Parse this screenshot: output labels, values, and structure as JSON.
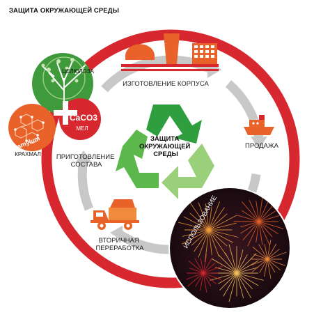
{
  "page": {
    "title": "ЗАЩИТА ОКРУЖАЮЩЕЙ СРЕДЫ"
  },
  "colors": {
    "ring_red": "#d7282f",
    "arrow_gray": "#c8c8c8",
    "green_dark": "#2e9e3e",
    "green_mid": "#5cb84a",
    "green_light": "#9bd07a",
    "orange": "#e8622a",
    "orange_light": "#f08a3c",
    "night_sky": "#1b0d14"
  },
  "center": {
    "label": "ЗАЩИТА ОКРУЖАЮЩЕЙ СРЕДЫ",
    "lines": [
      "ЗАЩИТА",
      "ОКРУЖАЮЩЕЙ",
      "СРЕДЫ"
    ]
  },
  "stages": {
    "manufacturing": {
      "lines": [
        "ИЗГОТОВЛЕНИЕ КОРПУСА"
      ]
    },
    "sale": {
      "lines": [
        "ПРОДАЖА"
      ]
    },
    "usage": {
      "lines": [
        "ИСПОЛЬЗОВАНИЕ"
      ]
    },
    "recycling": {
      "lines": [
        "ВТОРИЧНАЯ",
        "ПЕРЕРАБОТКА"
      ]
    },
    "preparation": {
      "lines": [
        "ПРИГОТОВЛЕНИЕ",
        "СОСТАВА"
      ]
    }
  },
  "ingredients": {
    "cellulose": "ЦЕЛЮЛОЗА",
    "chalk_formula": "CaCO3",
    "chalk": "МЕЛ",
    "amylum": "amylum",
    "starch": "КРАХМАЛ"
  },
  "icons": [
    "factory-icon",
    "ship-icon",
    "fireworks-icon",
    "truck-icon",
    "recycle-icon",
    "tree-icon",
    "molecule-icon",
    "plus-icon"
  ]
}
